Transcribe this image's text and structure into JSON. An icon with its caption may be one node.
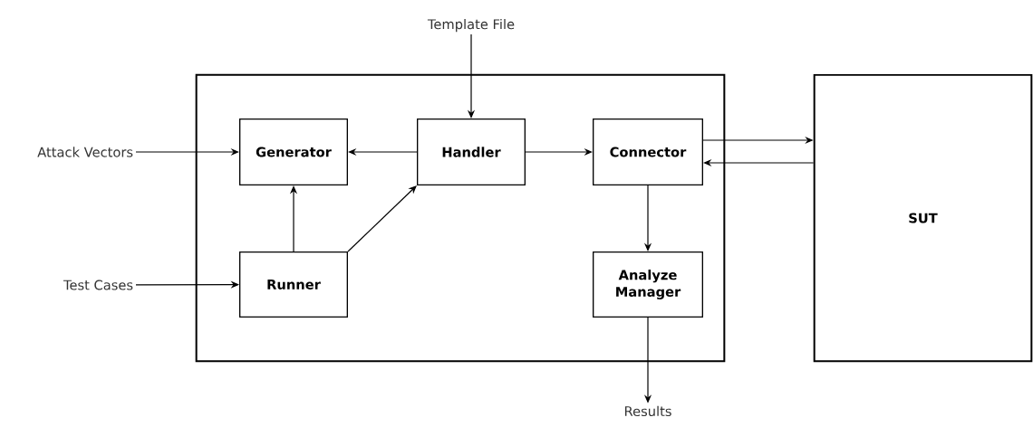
{
  "diagram": {
    "nodes": [
      {
        "text": [
          "Template File"
        ]
      },
      {
        "text": [],
        "shape": "box"
      },
      {
        "text": [
          "Attack Vectors"
        ]
      },
      {
        "text": [
          "Generator"
        ],
        "in": 1
      },
      {
        "text": [
          "Handler"
        ],
        "in": 1
      },
      {
        "text": [
          "Connector"
        ],
        "in": 1
      },
      {
        "text": [
          "SUT"
        ]
      },
      {
        "text": [
          "Runner"
        ],
        "in": 1
      },
      {
        "text": [
          "Analyze Manager"
        ],
        "in": 1
      },
      {
        "text": [
          "Test Cases"
        ]
      },
      {
        "text": [
          "Results"
        ]
      }
    ],
    "edges": [
      {
        "from": 0,
        "to": 4,
        "arrow": "to"
      },
      {
        "from": 2,
        "to": 3,
        "arrow": "to"
      },
      {
        "from": 4,
        "to": 3,
        "arrow": "to"
      },
      {
        "from": 4,
        "to": 5,
        "arrow": "to"
      },
      {
        "from": 5,
        "to": 6,
        "arrow": "to"
      },
      {
        "from": 6,
        "to": 5,
        "arrow": "to"
      },
      {
        "from": 7,
        "to": 3,
        "arrow": "to"
      },
      {
        "from": 7,
        "to": 4,
        "arrow": "to"
      },
      {
        "from": 5,
        "to": 8,
        "arrow": "to"
      },
      {
        "from": 9,
        "to": 7,
        "arrow": "to"
      },
      {
        "from": 8,
        "to": 10,
        "arrow": "to"
      }
    ]
  }
}
